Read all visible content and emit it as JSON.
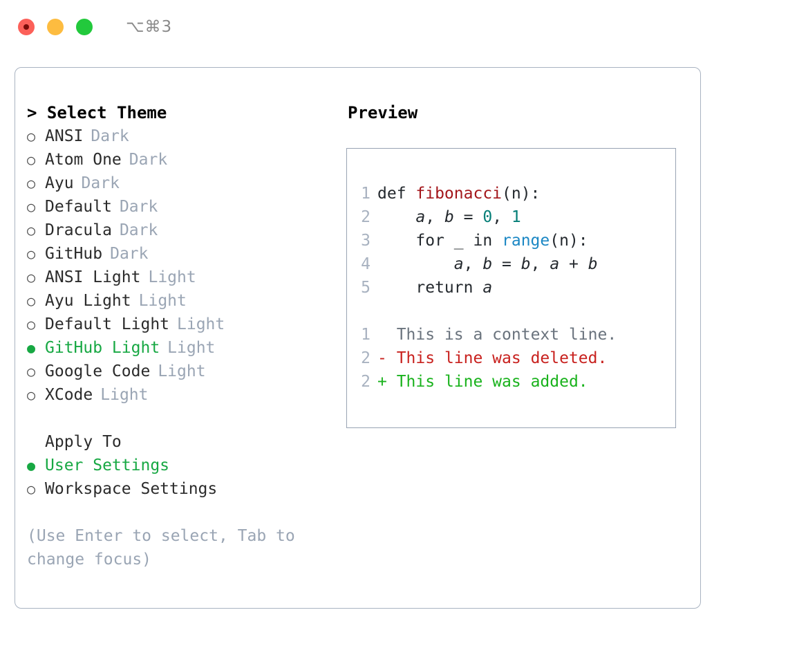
{
  "titlebar": {
    "shortcut": "⌥⌘3",
    "lights": [
      {
        "name": "close",
        "color": "#fc6059"
      },
      {
        "name": "minimize",
        "color": "#fdbc40"
      },
      {
        "name": "maximize",
        "color": "#22c93c"
      }
    ]
  },
  "theme_picker": {
    "heading": "> Select Theme",
    "bullet_selected": "●",
    "bullet_unselected": "○",
    "options": [
      {
        "name": "ANSI",
        "badge": "Dark",
        "selected": false
      },
      {
        "name": "Atom One",
        "badge": "Dark",
        "selected": false
      },
      {
        "name": "Ayu",
        "badge": "Dark",
        "selected": false
      },
      {
        "name": "Default",
        "badge": "Dark",
        "selected": false
      },
      {
        "name": "Dracula",
        "badge": "Dark",
        "selected": false
      },
      {
        "name": "GitHub",
        "badge": "Dark",
        "selected": false
      },
      {
        "name": "ANSI Light",
        "badge": "Light",
        "selected": false
      },
      {
        "name": "Ayu Light",
        "badge": "Light",
        "selected": false
      },
      {
        "name": "Default Light",
        "badge": "Light",
        "selected": false
      },
      {
        "name": "GitHub Light",
        "badge": "Light",
        "selected": true
      },
      {
        "name": "Google Code",
        "badge": "Light",
        "selected": false
      },
      {
        "name": "XCode",
        "badge": "Light",
        "selected": false
      }
    ]
  },
  "apply_to": {
    "label": "Apply To",
    "options": [
      {
        "name": "User Settings",
        "selected": true
      },
      {
        "name": "Workspace Settings",
        "selected": false
      }
    ]
  },
  "hint": "(Use Enter to select, Tab to change focus)",
  "preview": {
    "title": "Preview",
    "code_lines": [
      {
        "num": "1",
        "tokens": [
          {
            "t": "def ",
            "c": "tok-def"
          },
          {
            "t": "fibonacci",
            "c": "tok-fn"
          },
          {
            "t": "(n):",
            "c": "tok-plain"
          }
        ]
      },
      {
        "num": "2",
        "tokens": [
          {
            "t": "    ",
            "c": "tok-plain"
          },
          {
            "t": "a",
            "c": "tok-var"
          },
          {
            "t": ", ",
            "c": "tok-plain"
          },
          {
            "t": "b",
            "c": "tok-var"
          },
          {
            "t": " = ",
            "c": "tok-plain"
          },
          {
            "t": "0",
            "c": "tok-num"
          },
          {
            "t": ", ",
            "c": "tok-plain"
          },
          {
            "t": "1",
            "c": "tok-num"
          }
        ]
      },
      {
        "num": "3",
        "tokens": [
          {
            "t": "    for _ in ",
            "c": "tok-plain"
          },
          {
            "t": "range",
            "c": "tok-builtin"
          },
          {
            "t": "(n):",
            "c": "tok-plain"
          }
        ]
      },
      {
        "num": "4",
        "tokens": [
          {
            "t": "        ",
            "c": "tok-plain"
          },
          {
            "t": "a",
            "c": "tok-var"
          },
          {
            "t": ", ",
            "c": "tok-plain"
          },
          {
            "t": "b",
            "c": "tok-var"
          },
          {
            "t": " = ",
            "c": "tok-plain"
          },
          {
            "t": "b",
            "c": "tok-var"
          },
          {
            "t": ", ",
            "c": "tok-plain"
          },
          {
            "t": "a",
            "c": "tok-var"
          },
          {
            "t": " + ",
            "c": "tok-plain"
          },
          {
            "t": "b",
            "c": "tok-var"
          }
        ]
      },
      {
        "num": "5",
        "tokens": [
          {
            "t": "    return ",
            "c": "tok-plain"
          },
          {
            "t": "a",
            "c": "tok-var"
          }
        ]
      }
    ],
    "diff_lines": [
      {
        "num": "1",
        "marker": "  ",
        "text": "This is a context line.",
        "kind": "diff-ctx"
      },
      {
        "num": "2",
        "marker": "- ",
        "text": "This line was deleted.",
        "kind": "diff-del"
      },
      {
        "num": "2",
        "marker": "+ ",
        "text": "This line was added.",
        "kind": "diff-add"
      }
    ]
  },
  "colors": {
    "accent_green": "#17a843",
    "muted": "#9aa5b4",
    "border": "#a9b3c1",
    "preview_border": "#98a3b3",
    "function": "#a3161b",
    "number": "#047e77",
    "builtin": "#1b87c4",
    "diff_add": "#19b21c",
    "diff_del": "#c8211e",
    "diff_ctx": "#6a737d"
  }
}
